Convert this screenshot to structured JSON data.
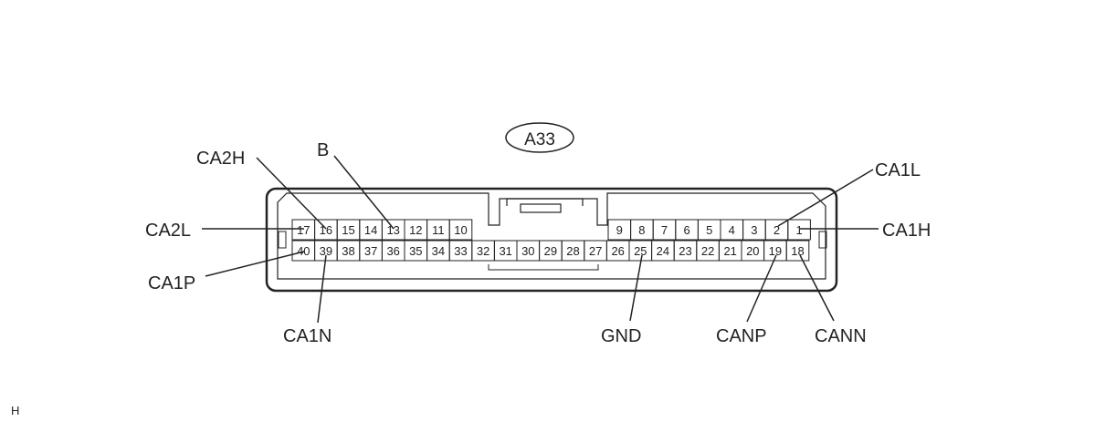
{
  "connector_id": "A33",
  "corner_mark": "H",
  "row_top_left": [
    "17",
    "16",
    "15",
    "14",
    "13",
    "12",
    "11",
    "10"
  ],
  "row_top_right": [
    "9",
    "8",
    "7",
    "6",
    "5",
    "4",
    "3",
    "2",
    "1"
  ],
  "row_bottom": [
    "40",
    "39",
    "38",
    "37",
    "36",
    "35",
    "34",
    "33",
    "32",
    "31",
    "30",
    "29",
    "28",
    "27",
    "26",
    "25",
    "24",
    "23",
    "22",
    "21",
    "20",
    "19",
    "18"
  ],
  "labels": {
    "ca2h": "CA2H",
    "b": "B",
    "ca1l": "CA1L",
    "ca2l": "CA2L",
    "ca1h": "CA1H",
    "ca1p": "CA1P",
    "ca1n": "CA1N",
    "gnd": "GND",
    "canp": "CANP",
    "cann": "CANN"
  }
}
